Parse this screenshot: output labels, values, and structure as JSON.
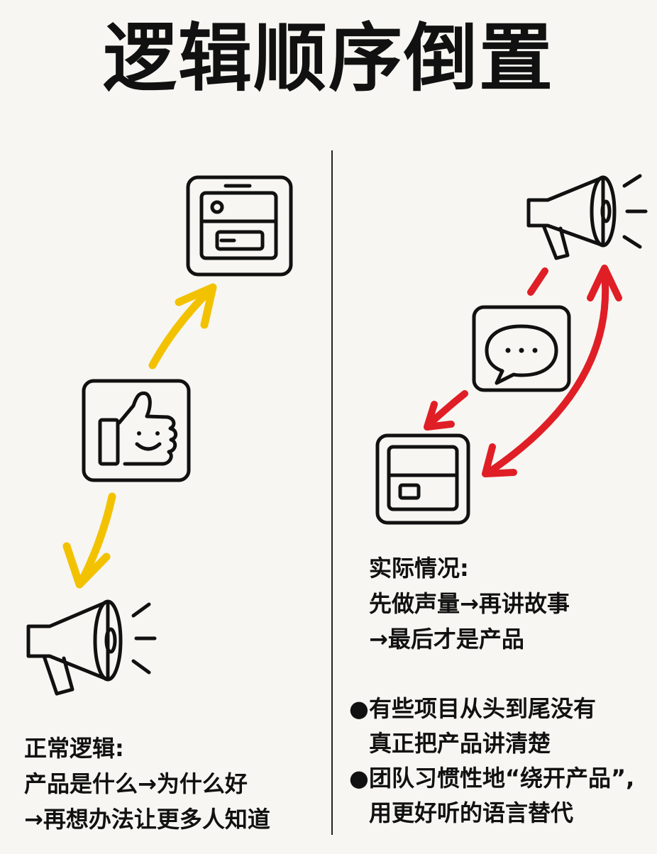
{
  "title": "逻辑顺序倒置",
  "left": {
    "heading": "正常逻辑:",
    "lines": [
      "产品是什么→为什么好",
      "→再想办法让更多人知道"
    ],
    "icons": [
      "product-card-icon",
      "thumbs-up-icon",
      "megaphone-icon"
    ]
  },
  "right": {
    "heading": "实际情况:",
    "lines": [
      "先做声量→再讲故事",
      "→最后才是产品"
    ],
    "icons": [
      "megaphone-icon",
      "speech-bubble-icon",
      "product-card-icon"
    ],
    "bullets": [
      {
        "dot": "●",
        "lines": [
          "有些项目从头到尾没有",
          "真正把产品讲清楚"
        ]
      },
      {
        "dot": "●",
        "lines": [
          "团队习惯性地“绕开产品”,",
          "用更好听的语言替代"
        ]
      }
    ]
  },
  "colors": {
    "yellow_arrow": "#f2c200",
    "red_arrow": "#e01e26",
    "ink": "#111111",
    "background": "#f7f6f2"
  }
}
